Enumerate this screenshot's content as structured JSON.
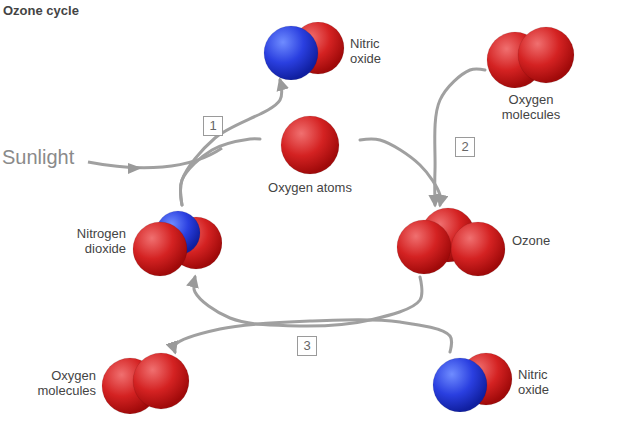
{
  "diagram": {
    "title": "Ozone cycle",
    "nodes": [
      {
        "text": [
          "Nitric oxide"
        ]
      },
      {
        "text": [
          "Oxygen molecules"
        ]
      },
      {
        "text": [
          "Oxygen atoms"
        ]
      },
      {
        "text": [
          "Nitrogen dioxide"
        ]
      },
      {
        "text": [
          "Ozone"
        ]
      },
      {
        "text": [
          "Oxygen molecules"
        ]
      },
      {
        "text": [
          "Nitric oxide"
        ]
      }
    ],
    "edges": [
      {
        "from": 3,
        "to": 0,
        "arrow": "to"
      },
      {
        "from": 3,
        "to": 2,
        "arrow": "none"
      },
      {
        "from": 2,
        "to": 4,
        "arrow": "to"
      },
      {
        "from": 1,
        "to": 4,
        "arrow": "to"
      },
      {
        "from": 4,
        "to": 3,
        "arrow": "to"
      },
      {
        "from": 6,
        "to": 5,
        "arrow": "to"
      }
    ],
    "labels": [
      "Sunlight",
      "1",
      "2",
      "3"
    ]
  }
}
